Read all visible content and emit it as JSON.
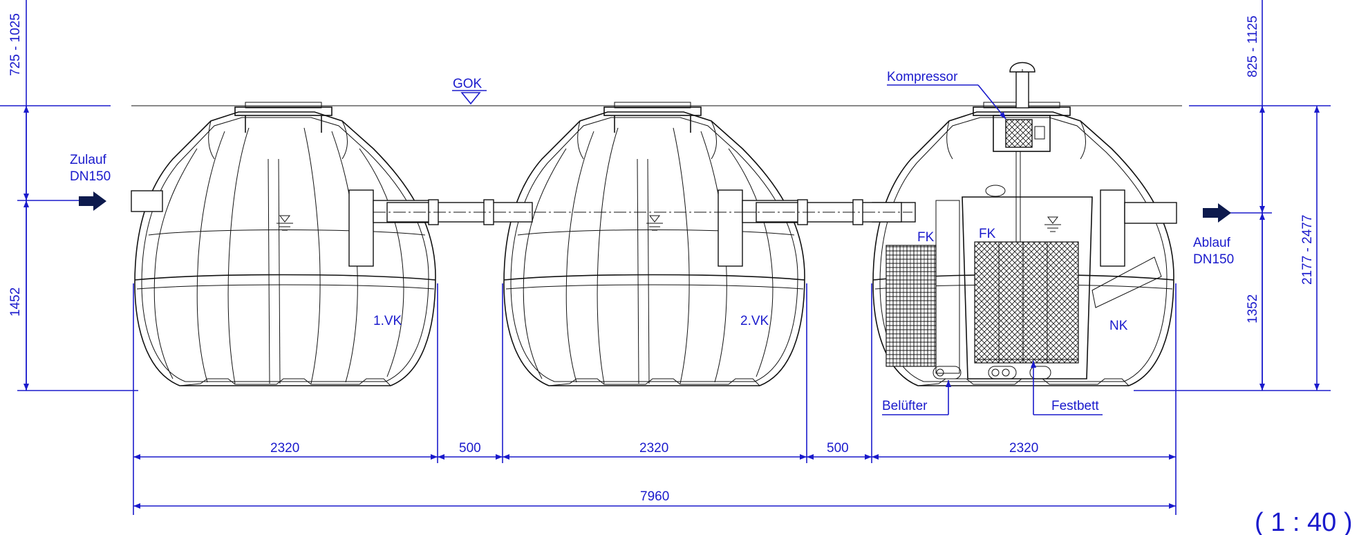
{
  "labels": {
    "gok": "GOK",
    "kompressor": "Kompressor",
    "zulauf": "Zulauf",
    "zulauf_dn": "DN150",
    "ablauf": "Ablauf",
    "ablauf_dn": "DN150",
    "vk1": "1.VK",
    "vk2": "2.VK",
    "fk1": "FK",
    "fk2": "FK",
    "nk": "NK",
    "beluefter": "Belüfter",
    "festbett": "Festbett",
    "scale": "( 1 : 40 )"
  },
  "dimensions": {
    "left_top": "725 - 1025",
    "left_bottom": "1452",
    "right_top": "825 - 1125",
    "right_middle": "1352",
    "right_total": "2177 - 2477",
    "tank1_width": "2320",
    "gap1": "500",
    "tank2_width": "2320",
    "gap2": "500",
    "tank3_width": "2320",
    "total_length": "7960"
  },
  "colors": {
    "annotation": "#1a1acc",
    "linework": "#111111",
    "background": "#ffffff",
    "flow_arrow": "#0d1a4d"
  },
  "icons": {
    "gok_marker": "inverted-triangle",
    "water_level_marker": "water-level-triangle",
    "flow_arrow": "right-arrow"
  }
}
